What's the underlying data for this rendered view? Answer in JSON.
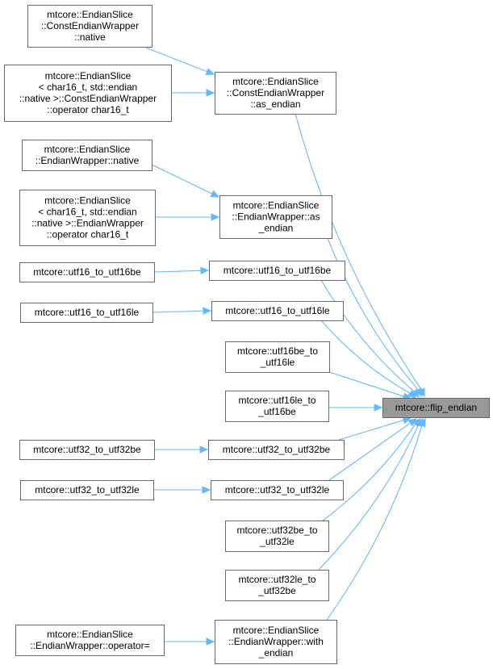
{
  "diagram": {
    "type": "call-graph",
    "nodes": [
      {
        "id": "n_native_cew",
        "lines": [
          "mtcore::EndianSlice",
          "::ConstEndianWrapper",
          "::native"
        ]
      },
      {
        "id": "n_opchar_cew",
        "lines": [
          "mtcore::EndianSlice",
          "< char16_t, std::endian",
          "::native >::ConstEndianWrapper",
          "::operator char16_t"
        ]
      },
      {
        "id": "n_asendian_cew",
        "lines": [
          "mtcore::EndianSlice",
          "::ConstEndianWrapper",
          "::as_endian"
        ]
      },
      {
        "id": "n_native_ew",
        "lines": [
          "mtcore::EndianSlice",
          "::EndianWrapper::native"
        ]
      },
      {
        "id": "n_opchar_ew",
        "lines": [
          "mtcore::EndianSlice",
          "< char16_t, std::endian",
          "::native >::EndianWrapper",
          "::operator char16_t"
        ]
      },
      {
        "id": "n_asendian_ew",
        "lines": [
          "mtcore::EndianSlice",
          "::EndianWrapper::as",
          "_endian"
        ]
      },
      {
        "id": "n_u16_u16be_left",
        "lines": [
          "mtcore::utf16_to_utf16be"
        ]
      },
      {
        "id": "n_u16_u16be",
        "lines": [
          "mtcore::utf16_to_utf16be"
        ]
      },
      {
        "id": "n_u16_u16le_left",
        "lines": [
          "mtcore::utf16_to_utf16le"
        ]
      },
      {
        "id": "n_u16_u16le",
        "lines": [
          "mtcore::utf16_to_utf16le"
        ]
      },
      {
        "id": "n_u16be_u16le",
        "lines": [
          "mtcore::utf16be_to",
          "_utf16le"
        ]
      },
      {
        "id": "n_u16le_u16be",
        "lines": [
          "mtcore::utf16le_to",
          "_utf16be"
        ]
      },
      {
        "id": "n_flip",
        "lines": [
          "mtcore::flip_endian"
        ],
        "highlight": true
      },
      {
        "id": "n_u32_u32be_left",
        "lines": [
          "mtcore::utf32_to_utf32be"
        ]
      },
      {
        "id": "n_u32_u32be",
        "lines": [
          "mtcore::utf32_to_utf32be"
        ]
      },
      {
        "id": "n_u32_u32le_left",
        "lines": [
          "mtcore::utf32_to_utf32le"
        ]
      },
      {
        "id": "n_u32_u32le",
        "lines": [
          "mtcore::utf32_to_utf32le"
        ]
      },
      {
        "id": "n_u32be_u32le",
        "lines": [
          "mtcore::utf32be_to",
          "_utf32le"
        ]
      },
      {
        "id": "n_u32le_u32be",
        "lines": [
          "mtcore::utf32le_to",
          "_utf32be"
        ]
      },
      {
        "id": "n_opassign_ew",
        "lines": [
          "mtcore::EndianSlice",
          "::EndianWrapper::operator="
        ]
      },
      {
        "id": "n_withendian_ew",
        "lines": [
          "mtcore::EndianSlice",
          "::EndianWrapper::with",
          "_endian"
        ]
      }
    ],
    "edges": [
      {
        "from": "n_native_cew",
        "to": "n_asendian_cew"
      },
      {
        "from": "n_opchar_cew",
        "to": "n_asendian_cew"
      },
      {
        "from": "n_asendian_cew",
        "to": "n_flip"
      },
      {
        "from": "n_native_ew",
        "to": "n_asendian_ew"
      },
      {
        "from": "n_opchar_ew",
        "to": "n_asendian_ew"
      },
      {
        "from": "n_asendian_ew",
        "to": "n_flip"
      },
      {
        "from": "n_u16_u16be_left",
        "to": "n_u16_u16be"
      },
      {
        "from": "n_u16_u16be",
        "to": "n_flip"
      },
      {
        "from": "n_u16_u16le_left",
        "to": "n_u16_u16le"
      },
      {
        "from": "n_u16_u16le",
        "to": "n_flip"
      },
      {
        "from": "n_u16be_u16le",
        "to": "n_flip"
      },
      {
        "from": "n_u16le_u16be",
        "to": "n_flip"
      },
      {
        "from": "n_u32_u32be_left",
        "to": "n_u32_u32be"
      },
      {
        "from": "n_u32_u32be",
        "to": "n_flip"
      },
      {
        "from": "n_u32_u32le_left",
        "to": "n_u32_u32le"
      },
      {
        "from": "n_u32_u32le",
        "to": "n_flip"
      },
      {
        "from": "n_u32be_u32le",
        "to": "n_flip"
      },
      {
        "from": "n_u32le_u32be",
        "to": "n_flip"
      },
      {
        "from": "n_opassign_ew",
        "to": "n_withendian_ew"
      },
      {
        "from": "n_withendian_ew",
        "to": "n_flip"
      }
    ]
  }
}
